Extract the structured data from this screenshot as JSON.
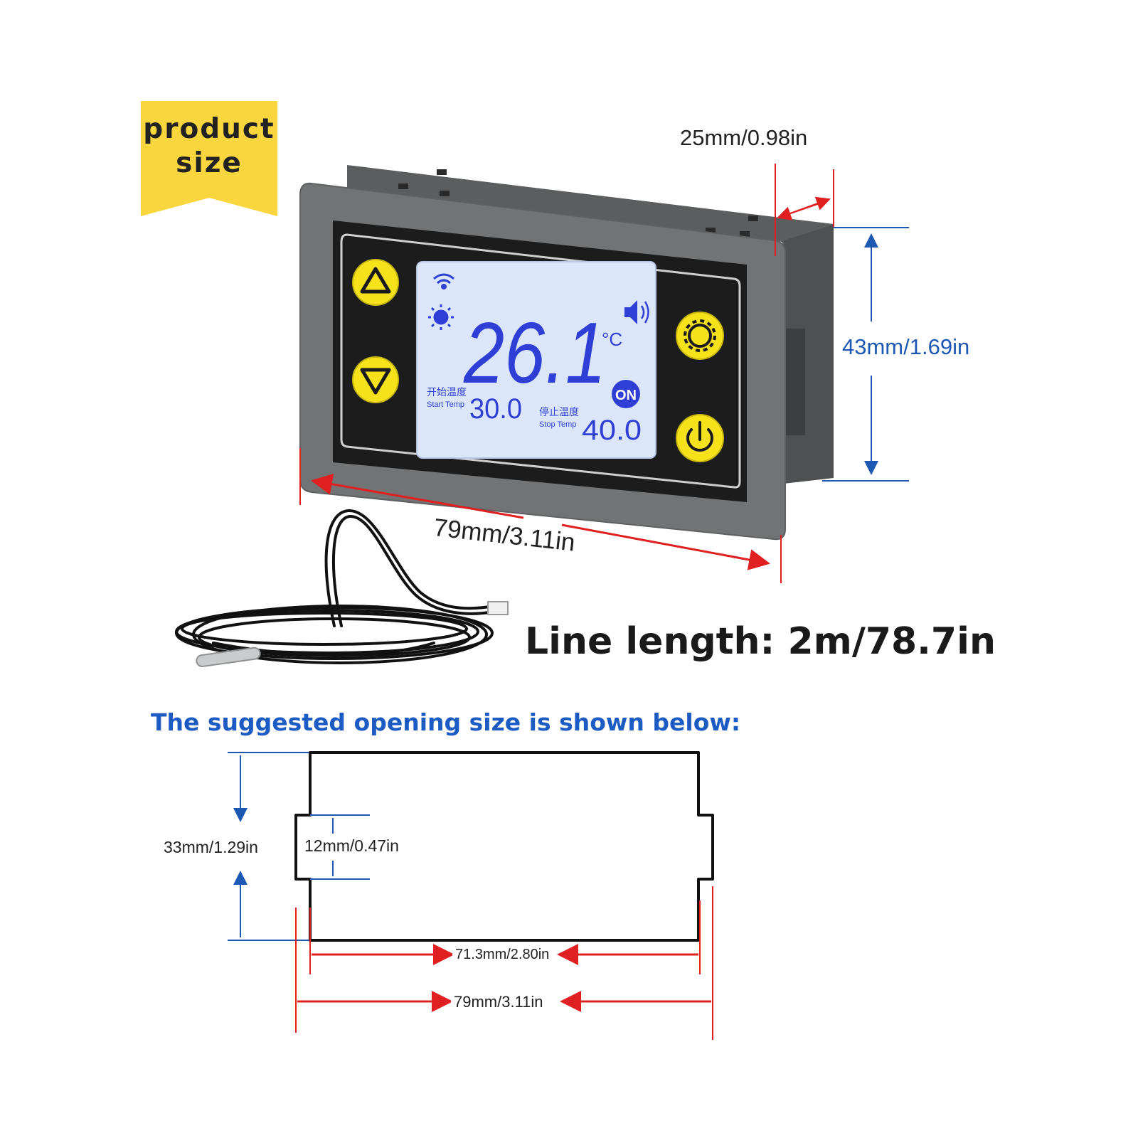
{
  "badge": {
    "line1": "product",
    "line2": "size"
  },
  "dimensions": {
    "depth": "25mm/0.98in",
    "height": "43mm/1.69in",
    "width": "79mm/3.11in"
  },
  "display": {
    "temperature": "26.1",
    "unit": "°C",
    "status": "ON",
    "start_label_cn": "开始温度",
    "start_label_en": "Start Temp",
    "start_value": "30.0",
    "stop_label_cn": "停止温度",
    "stop_label_en": "Stop Temp",
    "stop_value": "40.0"
  },
  "cable": {
    "text": "Line length: 2m/78.7in"
  },
  "opening": {
    "title": "The suggested opening size is shown below:",
    "height_label": "33mm/1.29in",
    "notch_label": "12mm/0.47in",
    "inner_width_label": "71.3mm/2.80in",
    "outer_width_label": "79mm/3.11in"
  },
  "colors": {
    "measure_red": "#e02020",
    "measure_blue": "#1d58b3",
    "button_yellow": "#f6e21a",
    "lcd_blue": "#2f3fd6",
    "case_gray": "#707273",
    "badge_yellow": "#f9d63d"
  },
  "icons": [
    "up-arrow-icon",
    "down-arrow-icon",
    "gear-icon",
    "power-icon",
    "wifi-icon",
    "sun-icon",
    "speaker-icon"
  ]
}
